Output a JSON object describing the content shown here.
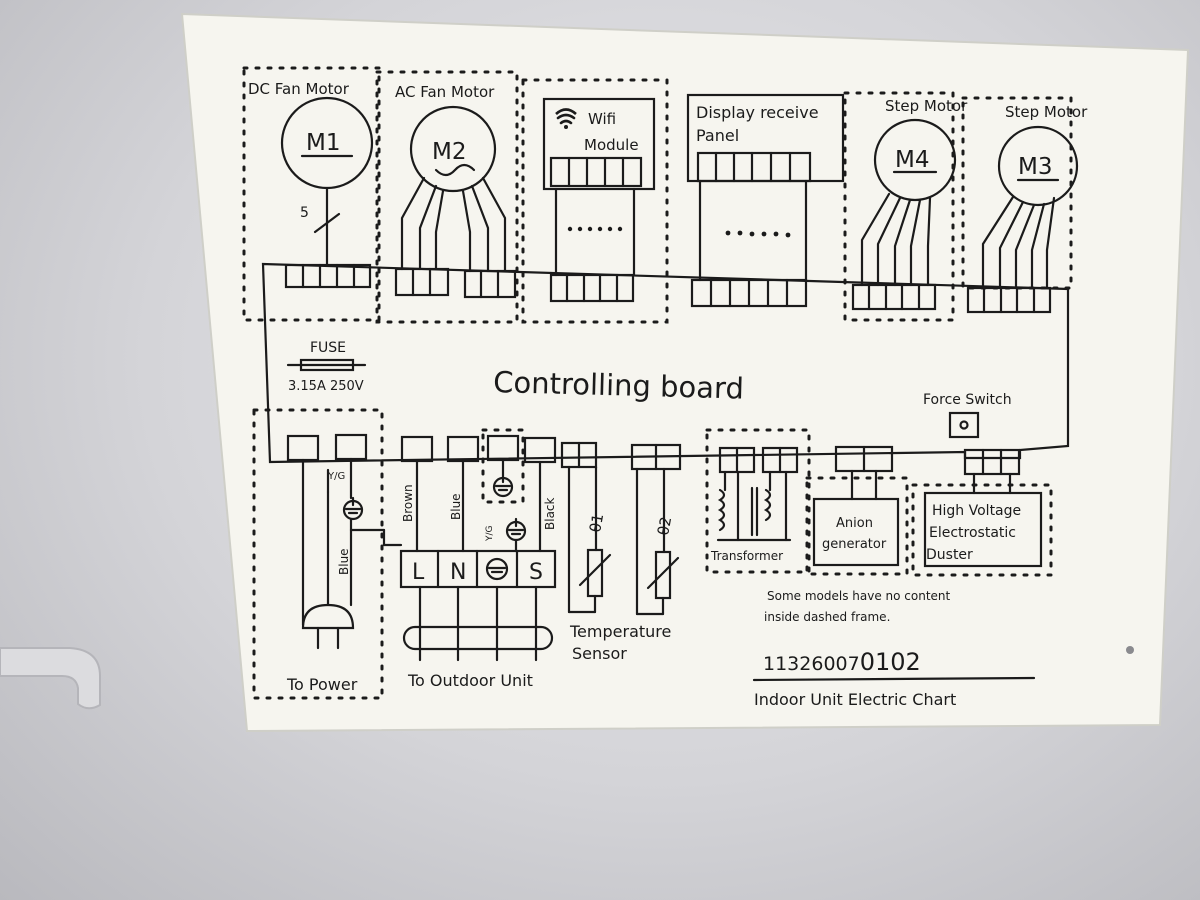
{
  "colors": {
    "sticker": "#f6f5ef",
    "ink": "#1b1b1b",
    "wall": "#d4d4d8"
  },
  "labels": {
    "dc_fan_motor": "DC Fan Motor",
    "ac_fan_motor": "AC Fan Motor",
    "m1": "M1",
    "m2": "M2",
    "m3": "M3",
    "m4": "M4",
    "wire_count": "5",
    "wifi": "Wifi",
    "module": "Module",
    "display_1": "Display receive",
    "display_2": "Panel",
    "step_motor_a": "Step Motor",
    "step_motor_b": "Step Motor",
    "fuse": "FUSE",
    "fuse_rating": "3.15A 250V",
    "board": "Controlling board",
    "force_switch": "Force Switch",
    "yg_a": "Y/G",
    "yg_b": "Y/G",
    "blue_power": "Blue",
    "brown": "Brown",
    "blue": "Blue",
    "black": "Black",
    "term_l": "L",
    "term_n": "N",
    "term_s": "S",
    "theta1": "θ1",
    "theta2": "θ2",
    "transformer": "Transformer",
    "anion_1": "Anion",
    "anion_2": "generator",
    "hv_1": "High Voltage",
    "hv_2": "Electrostatic",
    "hv_3": "Duster",
    "note_1": "Some models have no content",
    "note_2": "inside dashed frame.",
    "temp_1": "Temperature",
    "temp_2": "Sensor",
    "to_power": "To Power",
    "to_outdoor": "To Outdoor Unit",
    "part_prefix": "11326007",
    "part_suffix": "0102",
    "chart_title": "Indoor Unit Electric Chart"
  }
}
